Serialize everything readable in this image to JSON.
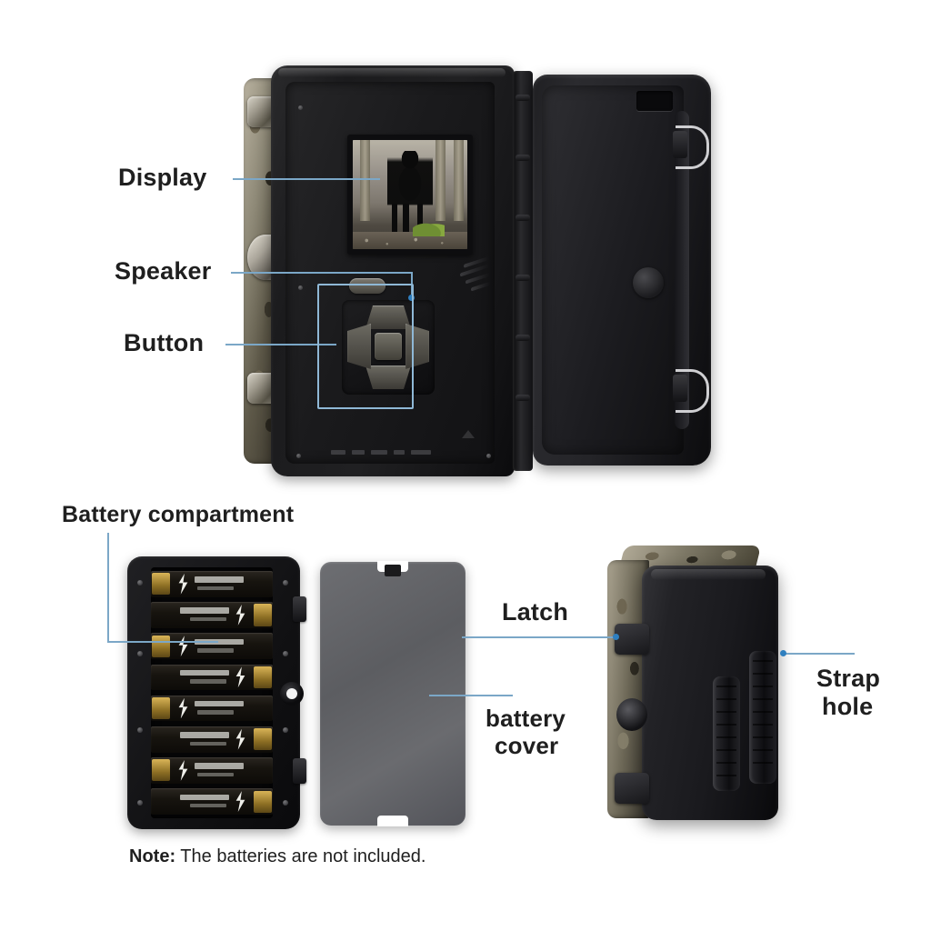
{
  "figure": {
    "title": "Trail camera product callout diagram",
    "background_color": "#ffffff",
    "leader_color": "#7ba7c7",
    "accent_dot_color": "#2f7fbf"
  },
  "callouts": {
    "display": "Display",
    "speaker": "Speaker",
    "button": "Button",
    "battery_compartment": "Battery compartment",
    "battery_cover": "battery\ncover",
    "battery_cover_line1": "battery",
    "battery_cover_line2": "cover",
    "latch": "Latch",
    "strap_hole_line1": "Strap",
    "strap_hole_line2": "hole"
  },
  "note": {
    "prefix": "Note:",
    "text": " The batteries are not included."
  },
  "parts": {
    "open_camera": {
      "name": "open trail camera",
      "lcd_scene": "wildlife photo of a dark deer in forest",
      "button_count": 5,
      "oval_button": "menu/shot button"
    },
    "battery_compartment": {
      "name": "battery compartment",
      "battery_count": 8,
      "battery_type": "AA",
      "orientation": "alternating"
    },
    "battery_cover": {
      "name": "battery cover plate",
      "color": "#63646a"
    },
    "closed_camera": {
      "name": "closed trail camera, three-quarter view",
      "features": [
        "camouflage top",
        "latches",
        "strap slots"
      ]
    }
  }
}
